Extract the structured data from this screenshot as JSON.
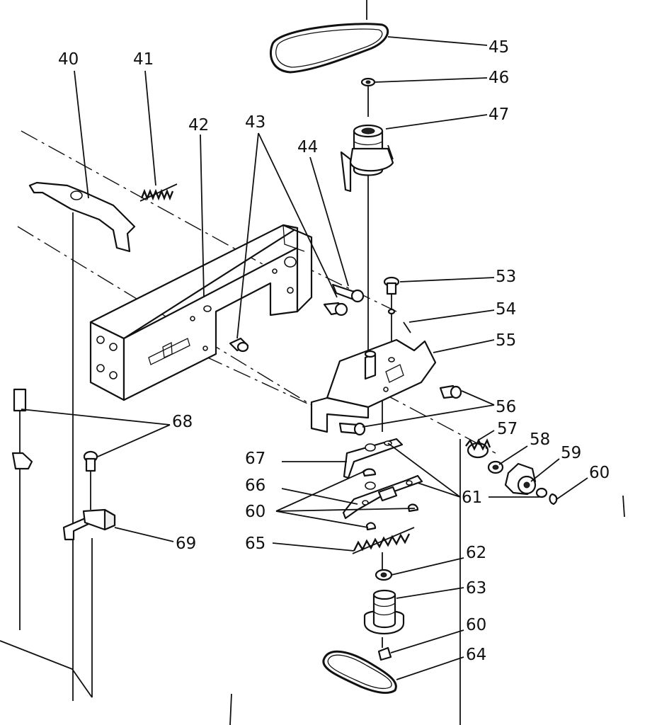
{
  "diagram": {
    "callouts": {
      "c40": "40",
      "c41": "41",
      "c42": "42",
      "c43": "43",
      "c44": "44",
      "c45": "45",
      "c46": "46",
      "c47": "47",
      "c53": "53",
      "c54": "54",
      "c55": "55",
      "c56": "56",
      "c57": "57",
      "c58": "58",
      "c59": "59",
      "c60a": "60",
      "c60b": "60",
      "c60c": "60",
      "c61": "61",
      "c62": "62",
      "c63": "63",
      "c64": "64",
      "c65": "65",
      "c66": "66",
      "c67": "67",
      "c68": "68",
      "c69": "69"
    }
  }
}
